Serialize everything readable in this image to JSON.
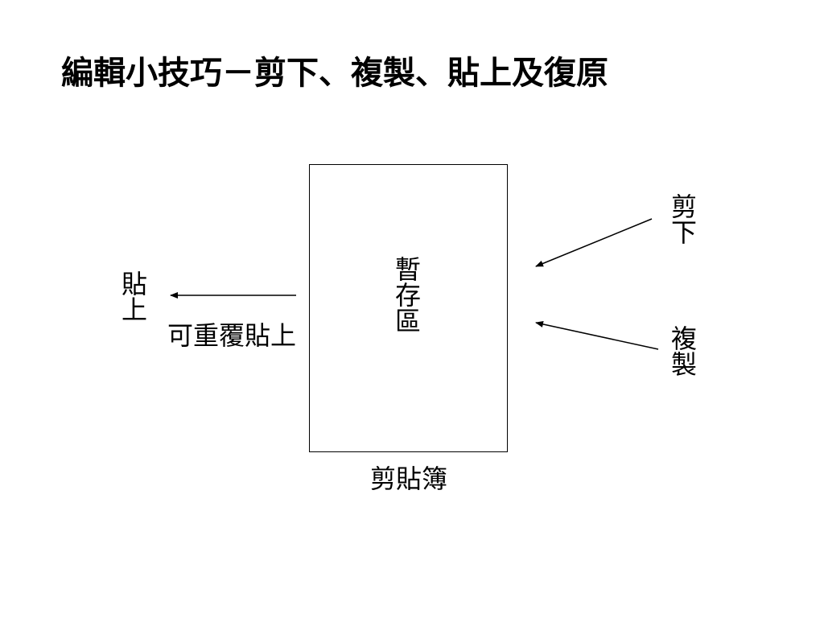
{
  "title": "編輯小技巧－剪下、複製、貼上及復原",
  "diagram": {
    "box_label": "暫存區",
    "box_caption": "剪貼簿",
    "cut_label": "剪下",
    "copy_label": "複製",
    "paste_label": "貼上",
    "repeat_label": "可重覆貼上"
  }
}
